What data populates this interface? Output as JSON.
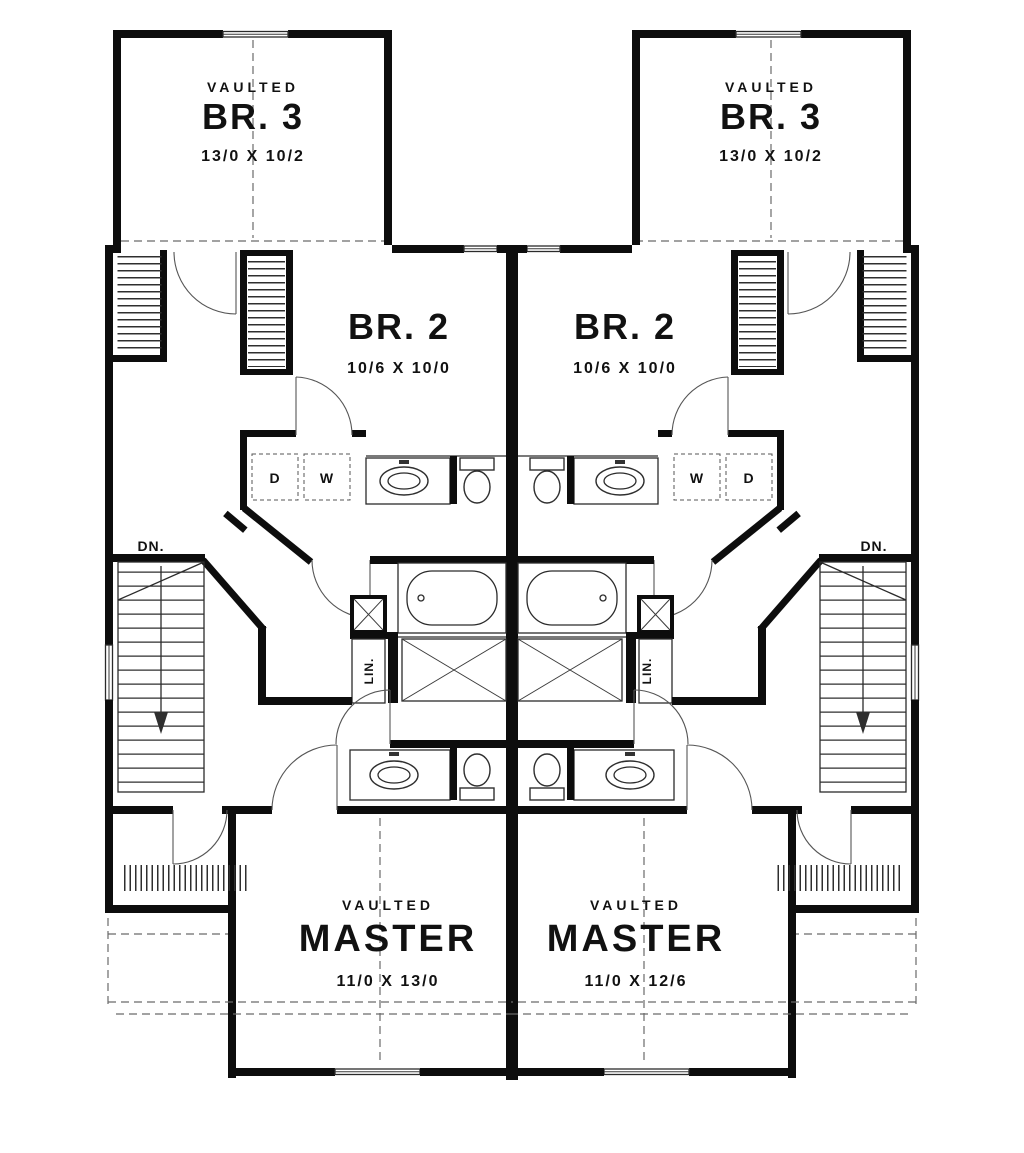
{
  "plan": {
    "units": {
      "left": {
        "br3": {
          "vaulted": "VAULTED",
          "name": "BR. 3",
          "dims": "13/0 X 10/2"
        },
        "br2": {
          "name": "BR. 2",
          "dims": "10/6 X 10/0"
        },
        "master": {
          "vaulted": "VAULTED",
          "name": "MASTER",
          "dims": "11/0 X 13/0"
        },
        "appliance_left": "D",
        "appliance_right": "W",
        "stairs": "DN.",
        "linen": "LIN."
      },
      "right": {
        "br3": {
          "vaulted": "VAULTED",
          "name": "BR. 3",
          "dims": "13/0 X 10/2"
        },
        "br2": {
          "name": "BR. 2",
          "dims": "10/6 X 10/0"
        },
        "master": {
          "vaulted": "VAULTED",
          "name": "MASTER",
          "dims": "11/0 X 12/6"
        },
        "appliance_left": "W",
        "appliance_right": "D",
        "stairs": "DN.",
        "linen": "LIN."
      }
    },
    "colors": {
      "wall": "#0d0d0d",
      "line": "#2b2b2b",
      "dashed": "#6a6a6a",
      "background": "#ffffff"
    }
  }
}
